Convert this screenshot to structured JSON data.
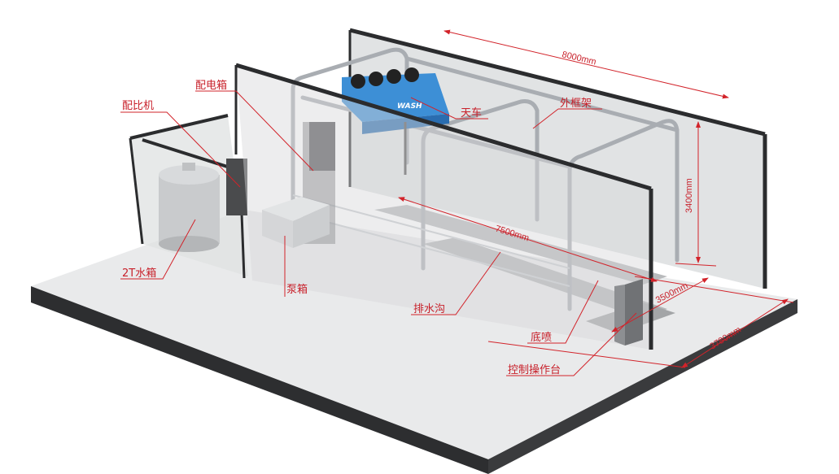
{
  "labels": {
    "distribution_box": "配电箱",
    "proportioner": "配比机",
    "gantry": "天车",
    "outer_frame": "外框架",
    "water_tank": "2T水箱",
    "pump_box": "泵箱",
    "drain": "排水沟",
    "bottom_spray": "底喷",
    "control_console": "控制操作台"
  },
  "dimensions": {
    "length_outer": "8000mm",
    "height": "3400mm",
    "length_inner": "7500mm",
    "width_inner": "3500mm",
    "width_outer": "3780mm"
  },
  "gantry_brand": "WASH",
  "colors": {
    "annotation": "#d2232a",
    "gantry": "#3d8fd6"
  }
}
